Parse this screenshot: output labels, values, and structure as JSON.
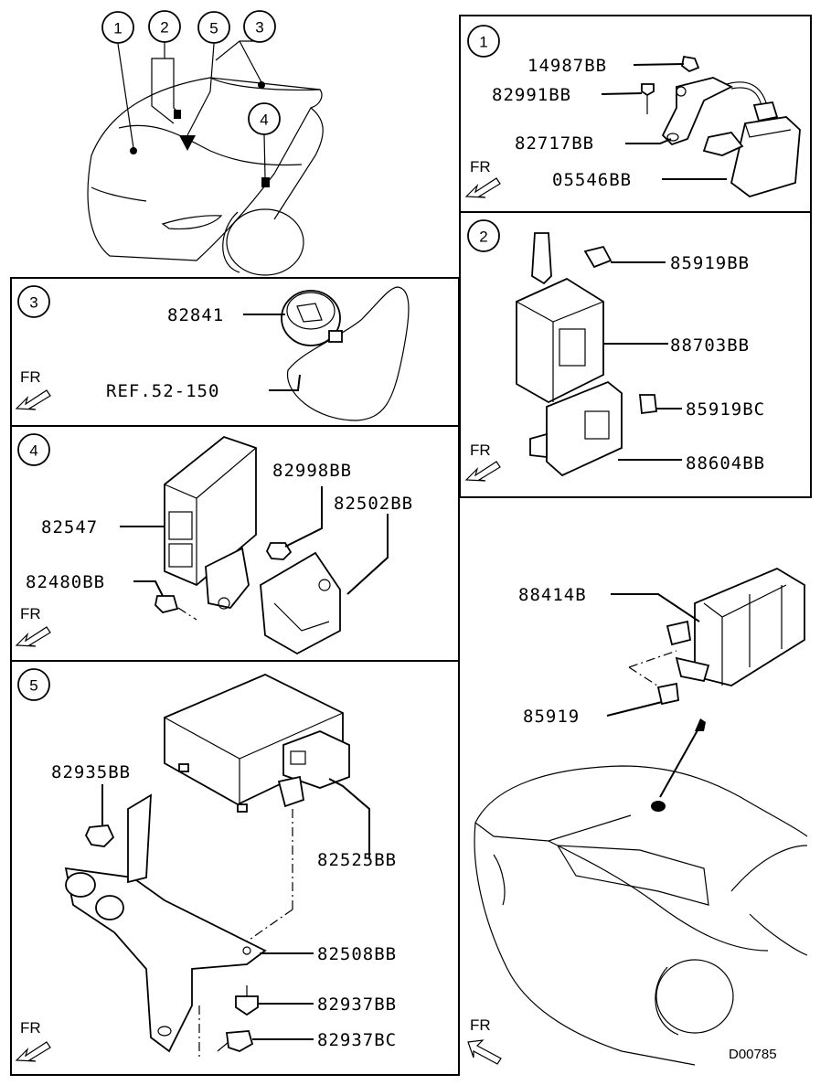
{
  "diagram_code": "D00785",
  "fr_label": "FR",
  "overview": {
    "callouts": [
      "1",
      "2",
      "5",
      "3",
      "4"
    ]
  },
  "panels": {
    "p1": {
      "number": "1",
      "labels": [
        "14987BB",
        "82991BB",
        "82717BB",
        "05546BB"
      ]
    },
    "p2": {
      "number": "2",
      "labels": [
        "85919BB",
        "88703BB",
        "85919BC",
        "88604BB"
      ]
    },
    "p3": {
      "number": "3",
      "labels": [
        "82841",
        "REF.52-150"
      ]
    },
    "p4": {
      "number": "4",
      "labels": [
        "82998BB",
        "82502BB",
        "82547",
        "82480BB"
      ]
    },
    "p5": {
      "number": "5",
      "labels": [
        "82935BB",
        "82525BB",
        "82508BB",
        "82937BB",
        "82937BC"
      ]
    },
    "rear": {
      "labels": [
        "88414B",
        "85919"
      ]
    }
  }
}
